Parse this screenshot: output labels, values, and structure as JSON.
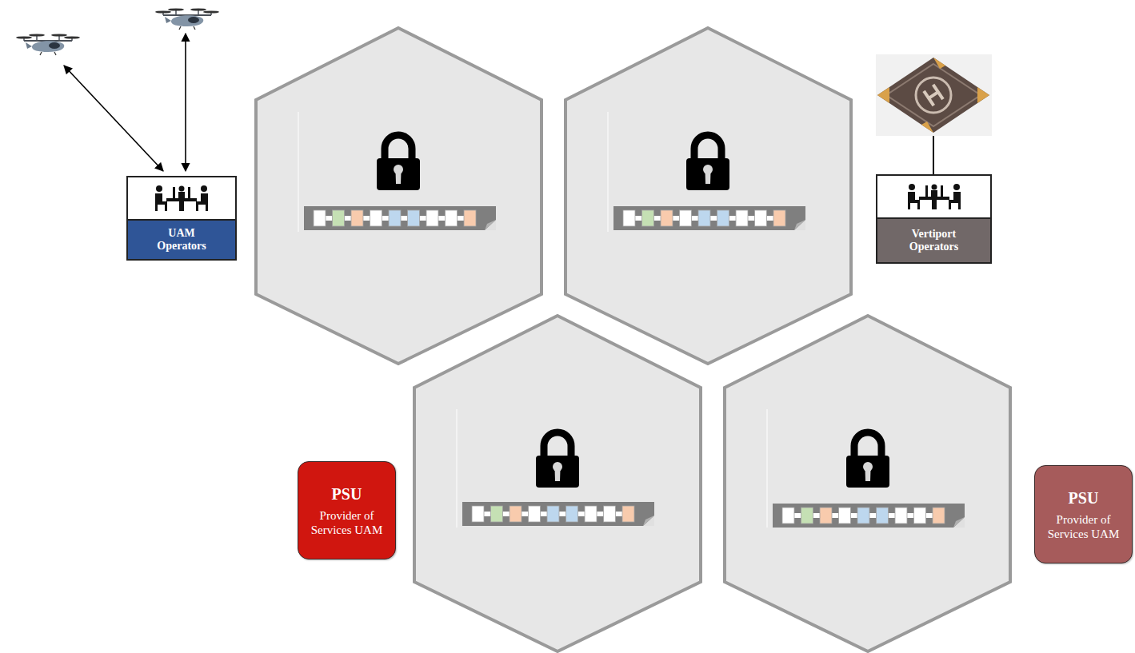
{
  "diagram": {
    "nodes": [
      {
        "text": [
          "UAM Operators"
        ]
      },
      {
        "text": [
          "Vertiport Operators"
        ]
      },
      {
        "text": [
          "PSU",
          "Provider of Services UAM"
        ]
      },
      {
        "text": [
          "PSU",
          "Provider of Services UAM"
        ]
      }
    ]
  }
}
